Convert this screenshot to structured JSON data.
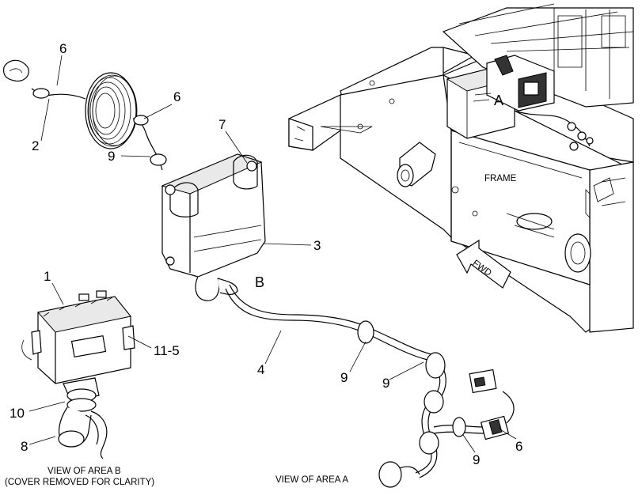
{
  "callouts": {
    "c1": "1",
    "c2": "2",
    "c3": "3",
    "c4": "4",
    "c6a": "6",
    "c6b": "6",
    "c6c": "6",
    "c7": "7",
    "c8": "8",
    "c9a": "9",
    "c9b": "9",
    "c9c": "9",
    "c9d": "9",
    "c10": "10",
    "c11_5": "11-5"
  },
  "area_tags": {
    "a": "A",
    "b": "B"
  },
  "labels": {
    "frame": "FRAME",
    "fwd": "FWD"
  },
  "captions": {
    "area_b_line1": "VIEW OF AREA B",
    "area_b_line2": "(COVER REMOVED FOR CLARITY)",
    "area_a": "VIEW OF AREA  A"
  }
}
